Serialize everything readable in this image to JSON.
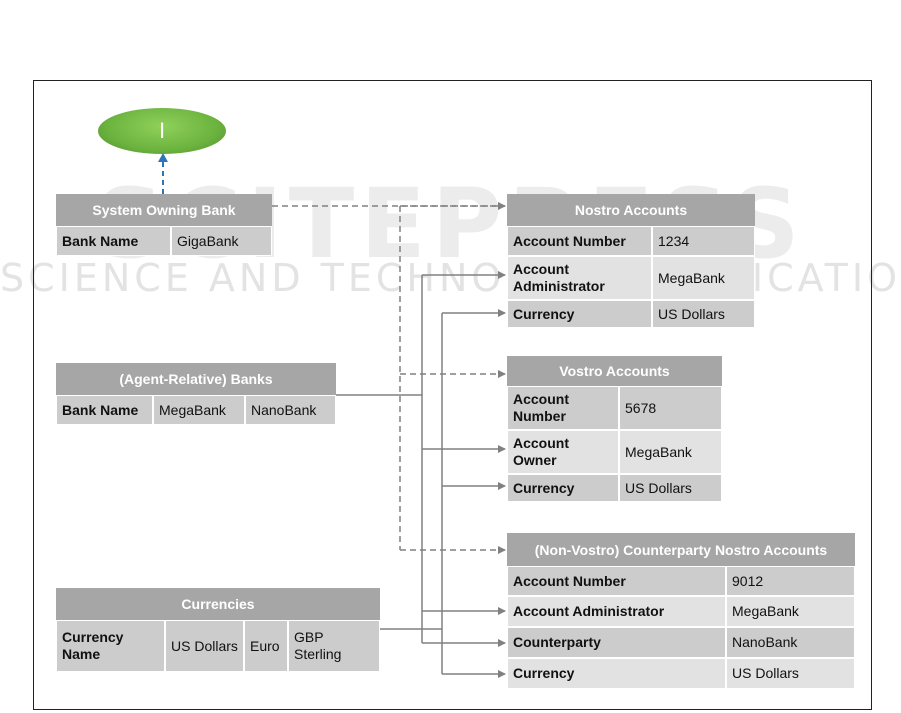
{
  "watermark": {
    "logo": "SCITEPRESS",
    "tagline": "SCIENCE AND TECHNOLOGY PUBLICATIONS"
  },
  "ellipse_label": "I",
  "system_bank": {
    "title": "System Owning Bank",
    "label": "Bank Name",
    "value": "GigaBank"
  },
  "agent_banks": {
    "title": "(Agent-Relative) Banks",
    "label": "Bank Name",
    "values": [
      "MegaBank",
      "NanoBank"
    ]
  },
  "currencies": {
    "title": "Currencies",
    "label": "Currency Name",
    "values": [
      "US Dollars",
      "Euro",
      "GBP Sterling"
    ]
  },
  "nostro": {
    "title": "Nostro Accounts",
    "rows": [
      {
        "label": "Account Number",
        "value": "1234"
      },
      {
        "label": "Account Administrator",
        "value": "MegaBank"
      },
      {
        "label": "Currency",
        "value": "US Dollars"
      }
    ]
  },
  "vostro": {
    "title": "Vostro Accounts",
    "rows": [
      {
        "label": "Account Number",
        "value": "5678"
      },
      {
        "label": "Account Owner",
        "value": "MegaBank"
      },
      {
        "label": "Currency",
        "value": "US Dollars"
      }
    ]
  },
  "counterparty": {
    "title": "(Non-Vostro) Counterparty Nostro Accounts",
    "rows": [
      {
        "label": "Account Number",
        "value": "9012"
      },
      {
        "label": "Account Administrator",
        "value": "MegaBank"
      },
      {
        "label": "Counterparty",
        "value": "NanoBank"
      },
      {
        "label": "Currency",
        "value": "US Dollars"
      }
    ]
  },
  "colors": {
    "header": "#a6a6a6",
    "row_dark": "#cccccc",
    "row_light": "#e2e2e2",
    "line": "#808080",
    "blue_arrow": "#2e75b6",
    "ellipse": "#6cb33f"
  }
}
